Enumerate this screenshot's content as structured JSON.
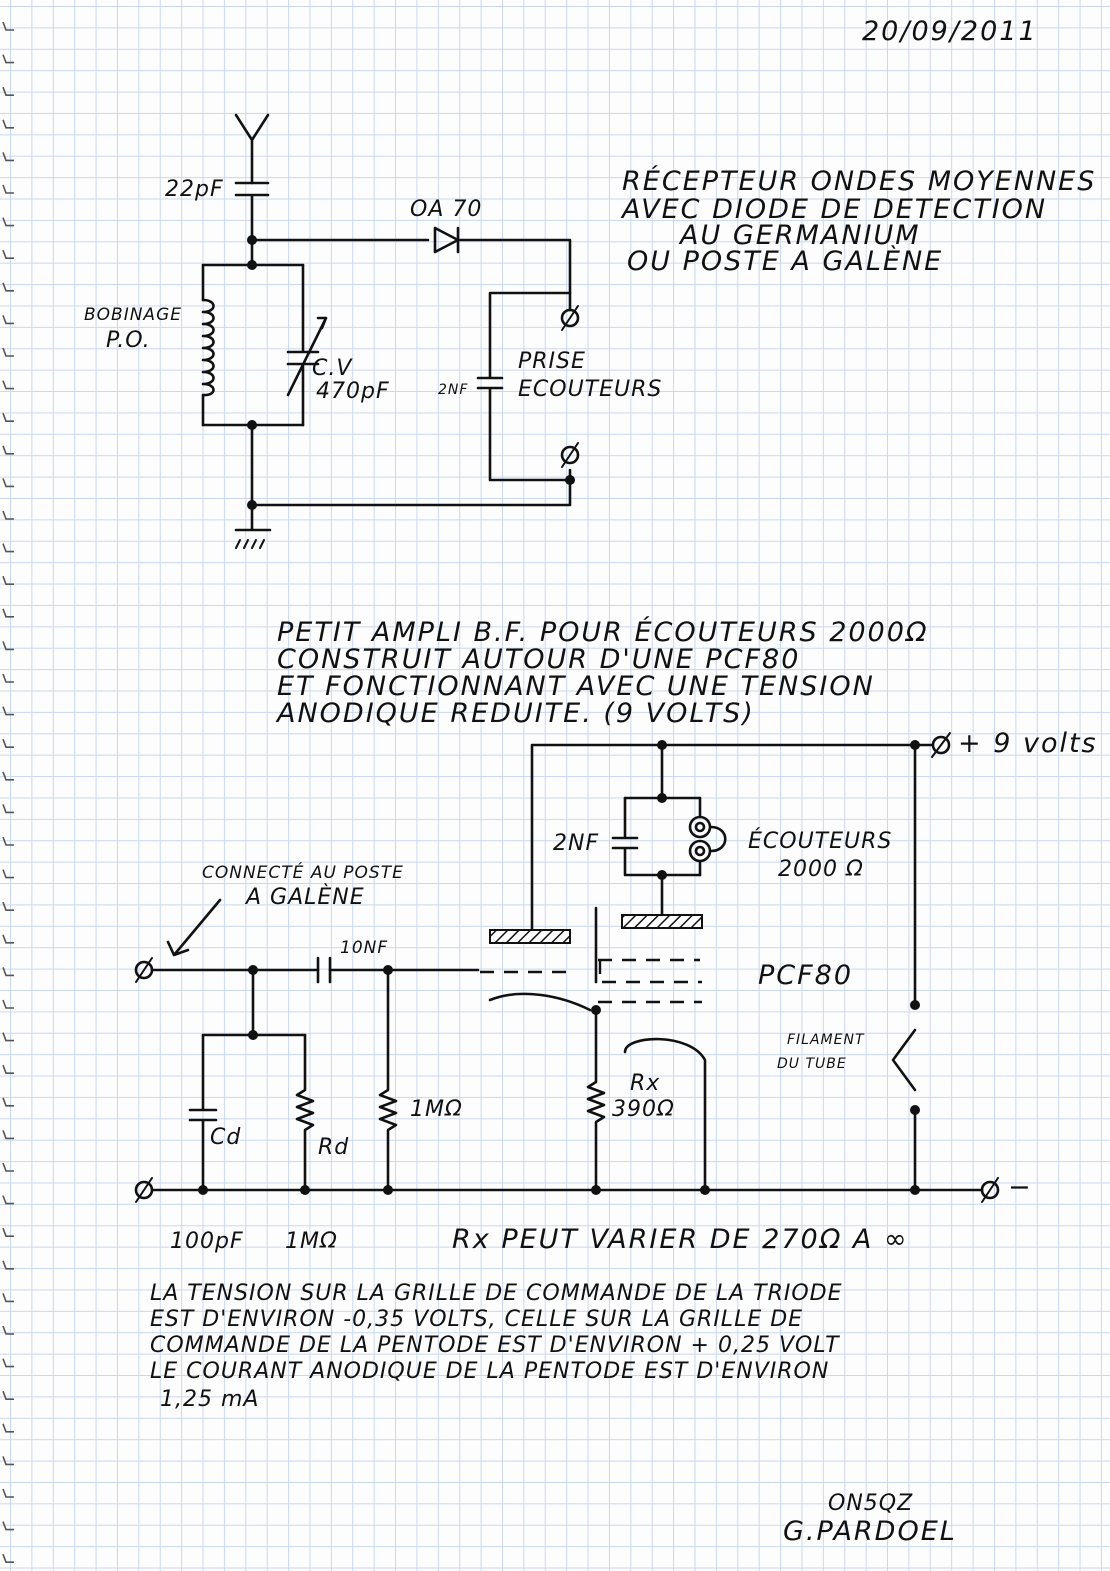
{
  "date": "20/09/2011",
  "receiver": {
    "title_lines": [
      "RÉCEPTEUR ONDES MOYENNES",
      "AVEC DIODE DE DETECTION",
      "AU GERMANIUM",
      "OU POSTE A GALÈNE"
    ],
    "labels": {
      "antenna_cap": "22pF",
      "diode": "OA 70",
      "coil": "BOBINAGE",
      "coil_band": "P.O.",
      "variable_cap": "C.V",
      "variable_cap_value": "470pF",
      "headphone_cap": "2NF",
      "jack_1": "PRISE",
      "jack_2": "ECOUTEURS"
    }
  },
  "amplifier": {
    "title_lines": [
      "PETIT AMPLI B.F. POUR ÉCOUTEURS 2000Ω",
      "CONSTRUIT AUTOUR D'UNE PCF80",
      "ET FONCTIONNANT AVEC UNE TENSION",
      "ANODIQUE REDUITE. (9 VOLTS)"
    ],
    "labels": {
      "supply_plus": "+ 9 volts",
      "headphone_cap": "2NF",
      "headphones": "ÉCOUTEURS",
      "headphones_ohm": "2000 Ω",
      "input_1": "CONNECTÉ AU POSTE",
      "input_2": "A GALÈNE",
      "coupling_cap": "10NF",
      "tube": "PCF80",
      "filament_1": "FILAMENT",
      "filament_2": "DU TUBE",
      "cd": "Cd",
      "rd": "Rd",
      "grid_res": "1MΩ",
      "rx": "Rx",
      "rx_value": "390Ω",
      "supply_minus": "−",
      "cd_value": "100pF",
      "rd_value": "1MΩ",
      "rx_range": "Rx PEUT VARIER DE 270Ω A ∞"
    }
  },
  "notes": [
    "LA TENSION SUR LA GRILLE DE COMMANDE DE LA TRIODE",
    "EST D'ENVIRON -0,35 VOLTS, CELLE SUR LA GRILLE DE",
    "COMMANDE DE LA PENTODE EST D'ENVIRON + 0,25 VOLT",
    "LE COURANT ANODIQUE DE LA PENTODE EST D'ENVIRON",
    "1,25 mA"
  ],
  "signature": {
    "callsign": "ON5QZ",
    "name": "G.PARDOEL"
  },
  "colors": {
    "ink": "#111111",
    "grid": "#c9d8ef",
    "paper": "#fdfdfd"
  }
}
